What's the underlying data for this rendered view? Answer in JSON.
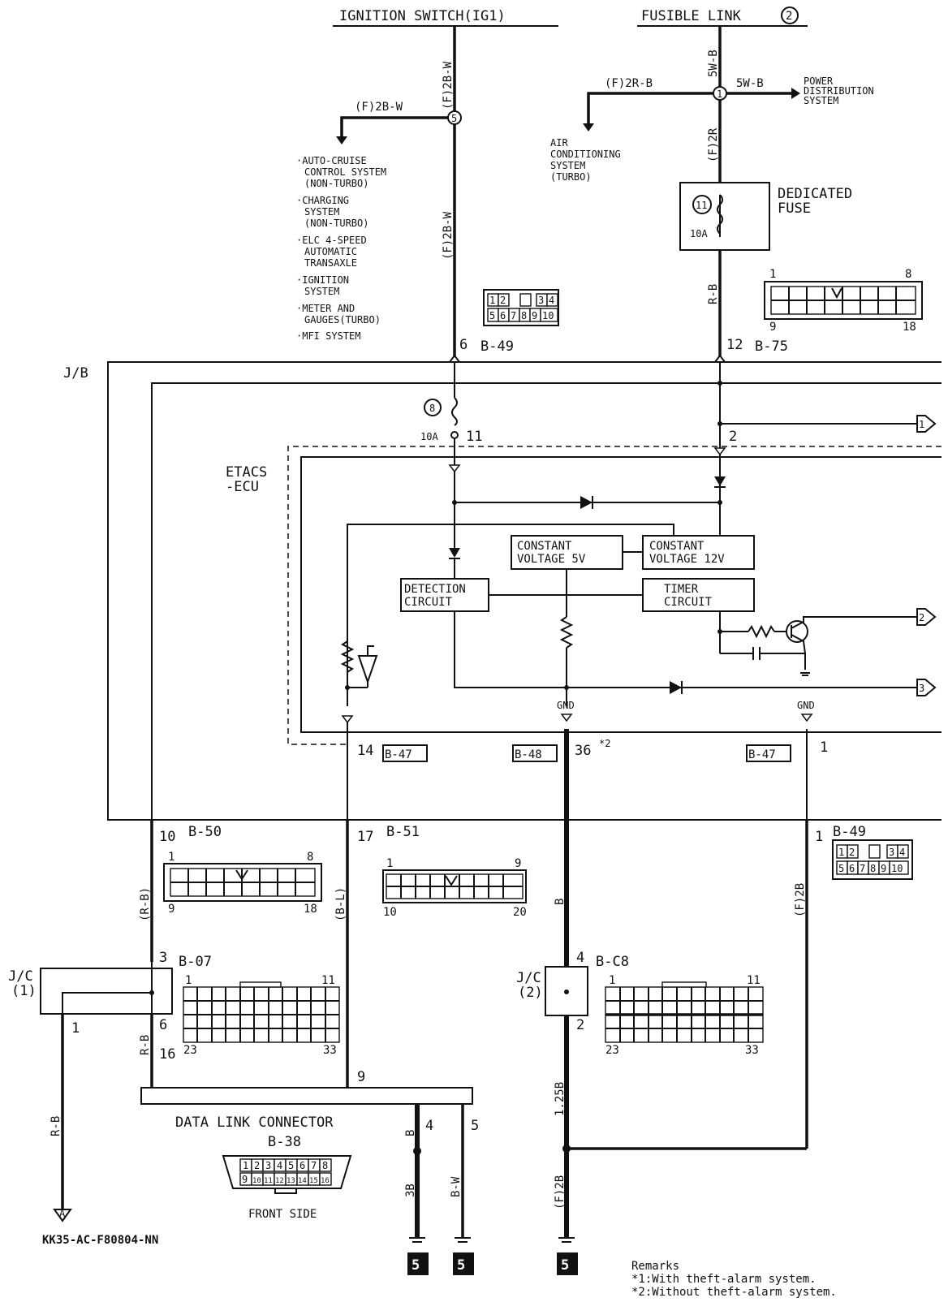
{
  "sources": {
    "ignition_switch": "IGNITION SWITCH(IG1)",
    "fusible_link": "FUSIBLE LINK",
    "fusible_link_num": "2"
  },
  "wires": {
    "w_2bw_top": "(F)2B-W",
    "w_2bw_branch": "(F)2B-W",
    "w_2bw_mid": "(F)2B-W",
    "w_5wb_top": "5W-B",
    "w_2rb": "(F)2R-B",
    "w_5wb_right": "5W-B",
    "w_2r": "(F)2R",
    "w_rb_fuse": "R-B",
    "w_rb_b50": "(R-B)",
    "w_bl": "(B-L)",
    "w_b": "B",
    "w_2b_right": "(F)2B",
    "w_rb_jc": "R-B",
    "w_rb_left": "R-B",
    "w_b_dlc": "B",
    "w_3b": "3B",
    "w_bw": "B-W",
    "w_125b": "1.25B",
    "w_2b_bottom": "(F)2B"
  },
  "splices": {
    "s5": "5",
    "s1": "1",
    "s11": "11",
    "s8": "8"
  },
  "branches": {
    "air_conditioning": [
      "AIR",
      "CONDITIONING",
      "SYSTEM",
      "(TURBO)"
    ],
    "power_distribution": [
      "POWER",
      "DISTRIBUTION",
      "SYSTEM"
    ],
    "ign_list": [
      [
        "·AUTO-CRUISE",
        "CONTROL SYSTEM",
        "(NON-TURBO)"
      ],
      [
        "·CHARGING",
        "SYSTEM",
        "(NON-TURBO)"
      ],
      [
        "·ELC 4-SPEED",
        "AUTOMATIC",
        "TRANSAXLE"
      ],
      [
        "·IGNITION",
        "SYSTEM"
      ],
      [
        "·METER AND",
        "GAUGES(TURBO)"
      ],
      [
        "·MFI SYSTEM"
      ]
    ]
  },
  "fuse": {
    "dedicated": [
      "DEDICATED",
      "FUSE"
    ],
    "fuse11_amp": "10A",
    "fuse8_amp": "10A"
  },
  "junction_block": {
    "label": "J/B",
    "etacs": [
      "ETACS",
      "-ECU"
    ],
    "pin_6": "6",
    "b49_top": "B-49",
    "pin_12": "12",
    "b75": "B-75",
    "pin_11": "11",
    "pin_2": "2",
    "out1": "1",
    "out2": "2",
    "out3": "3",
    "cv5": [
      "CONSTANT",
      "VOLTAGE 5V"
    ],
    "cv12": [
      "CONSTANT",
      "VOLTAGE 12V"
    ],
    "detection": [
      "DETECTION",
      "CIRCUIT"
    ],
    "timer": [
      "TIMER",
      "CIRCUIT"
    ],
    "gnd1": "GND",
    "gnd2": "GND",
    "pin_14": "14",
    "b47a": "B-47",
    "b48": "B-48",
    "pin_36": "36",
    "note2": "*2",
    "b47b": "B-47",
    "pin_1r": "1"
  },
  "connectors": {
    "b50": {
      "pin": "10",
      "name": "B-50",
      "n1": "1",
      "n8": "8",
      "n9": "9",
      "n18": "18"
    },
    "b51": {
      "pin": "17",
      "name": "B-51",
      "n1": "1",
      "n9": "9",
      "n10": "10",
      "n20": "20"
    },
    "b49": {
      "pin": "1",
      "name": "B-49",
      "cells": [
        "1",
        "2",
        "",
        "3",
        "4",
        "5",
        "6",
        "7",
        "8",
        "9",
        "10"
      ]
    },
    "b49top_cells": [
      "1",
      "2",
      "",
      "3",
      "4",
      "5",
      "6",
      "7",
      "8",
      "9",
      "10"
    ],
    "b75": {
      "n1": "1",
      "n8": "8",
      "n9": "9",
      "n18": "18"
    },
    "b07": {
      "name": "B-07",
      "pin3": "3",
      "pin6": "6",
      "pin16": "16",
      "n1": "1",
      "n11": "11",
      "n23": "23",
      "n33": "33"
    },
    "b08": {
      "name": "B-C8",
      "pin4": "4",
      "pin2": "2",
      "n1": "1",
      "n11": "11",
      "n23": "23",
      "n33": "33"
    },
    "jc1": [
      "J/C",
      "(1)"
    ],
    "jc1_pin1": "1",
    "jc2": [
      "J/C",
      "(2)"
    ]
  },
  "dlc": {
    "title": "DATA LINK CONNECTOR",
    "name": "B-38",
    "pin9": "9",
    "pin4": "4",
    "pin5": "5",
    "front": "FRONT SIDE",
    "cells_top": [
      "1",
      "2",
      "3",
      "4",
      "5",
      "6",
      "7",
      "8"
    ],
    "cells_bot": [
      "9",
      "10",
      "11",
      "12",
      "13",
      "14",
      "15",
      "16"
    ]
  },
  "grounds": {
    "g1": "5",
    "g2": "5",
    "g3": "5",
    "offpage_a": "A"
  },
  "footer": {
    "code": "KK35-AC-F80804-NN",
    "remarks": "Remarks",
    "r1": "*1:With theft-alarm system.",
    "r2": "*2:Without theft-alarm system."
  }
}
